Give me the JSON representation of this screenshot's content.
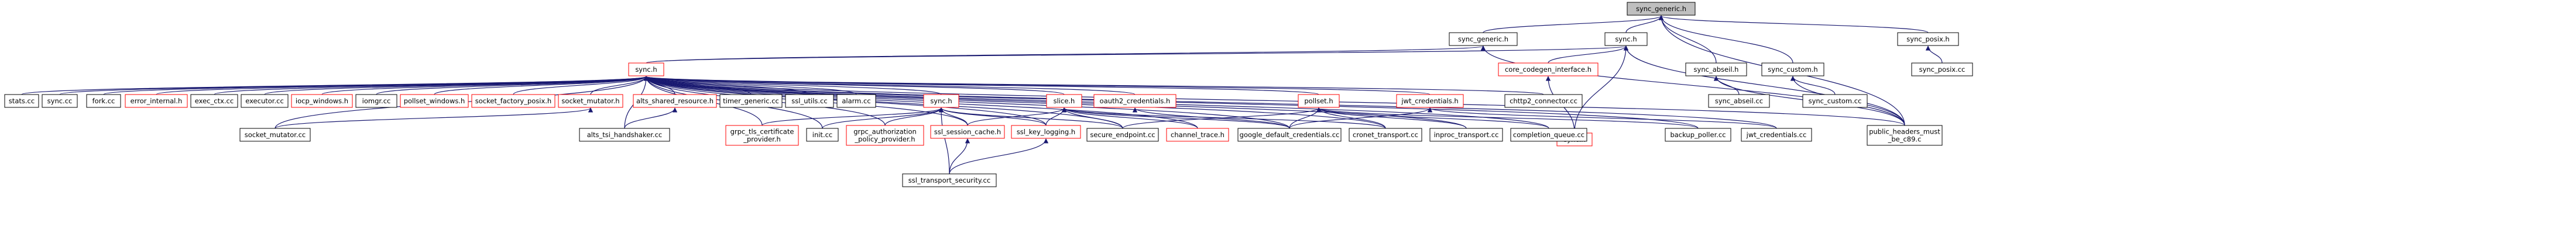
{
  "colors": {
    "edge": "#191970",
    "box_black": "#000000",
    "box_red": "#ff0000",
    "root_fill": "#bfbfbf",
    "node_fill": "#ffffff",
    "text": "#000000"
  },
  "nodes": [
    {
      "id": "sync_generic_h",
      "label": "sync_generic.h",
      "border": "black",
      "fill": "root"
    },
    {
      "id": "sync_generic_h2",
      "label": "sync_generic.h",
      "border": "black"
    },
    {
      "id": "sync_h_top",
      "label": "sync.h",
      "border": "black"
    },
    {
      "id": "sync_posix_h",
      "label": "sync_posix.h",
      "border": "black"
    },
    {
      "id": "sync_h_main",
      "label": "sync.h",
      "border": "red"
    },
    {
      "id": "core_codegen_interface_h",
      "label": "core_codegen_interface.h",
      "border": "red"
    },
    {
      "id": "sync_abseil_h",
      "label": "sync_abseil.h",
      "border": "black"
    },
    {
      "id": "sync_custom_h",
      "label": "sync_custom.h",
      "border": "black"
    },
    {
      "id": "sync_posix_cc",
      "label": "sync_posix.cc",
      "border": "black"
    },
    {
      "id": "stats_cc",
      "label": "stats.cc",
      "border": "black"
    },
    {
      "id": "sync_cc",
      "label": "sync.cc",
      "border": "black"
    },
    {
      "id": "fork_cc",
      "label": "fork.cc",
      "border": "black"
    },
    {
      "id": "error_internal_h",
      "label": "error_internal.h",
      "border": "red"
    },
    {
      "id": "exec_ctx_cc",
      "label": "exec_ctx.cc",
      "border": "black"
    },
    {
      "id": "executor_cc",
      "label": "executor.cc",
      "border": "black"
    },
    {
      "id": "iocp_windows_h",
      "label": "iocp_windows.h",
      "border": "red"
    },
    {
      "id": "iomgr_cc",
      "label": "iomgr.cc",
      "border": "black"
    },
    {
      "id": "pollset_windows_h",
      "label": "pollset_windows.h",
      "border": "red"
    },
    {
      "id": "socket_factory_posix_h",
      "label": "socket_factory_posix.h",
      "border": "red"
    },
    {
      "id": "socket_mutator_h",
      "label": "socket_mutator.h",
      "border": "red"
    },
    {
      "id": "alts_shared_resource_h",
      "label": "alts_shared_resource.h",
      "border": "red"
    },
    {
      "id": "timer_generic_cc",
      "label": "timer_generic.cc",
      "border": "black"
    },
    {
      "id": "ssl_utils_cc",
      "label": "ssl_utils.cc",
      "border": "black"
    },
    {
      "id": "alarm_cc",
      "label": "alarm.cc",
      "border": "black"
    },
    {
      "id": "sync_h_sub",
      "label": "sync.h",
      "border": "red"
    },
    {
      "id": "slice_h",
      "label": "slice.h",
      "border": "red"
    },
    {
      "id": "oauth2_credentials_h",
      "label": "oauth2_credentials.h",
      "border": "red"
    },
    {
      "id": "pollset_h",
      "label": "pollset.h",
      "border": "red"
    },
    {
      "id": "jwt_credentials_h",
      "label": "jwt_credentials.h",
      "border": "red"
    },
    {
      "id": "chttp2_connector_cc",
      "label": "chttp2_connector.cc",
      "border": "black"
    },
    {
      "id": "sync_h_red",
      "label": "sync.h",
      "border": "red"
    },
    {
      "id": "sync_abseil_cc",
      "label": "sync_abseil.cc",
      "border": "black"
    },
    {
      "id": "sync_custom_cc",
      "label": "sync_custom.cc",
      "border": "black"
    },
    {
      "id": "socket_mutator_cc",
      "label": "socket_mutator.cc",
      "border": "black"
    },
    {
      "id": "alts_tsi_handshaker_cc",
      "label": "alts_tsi_handshaker.cc",
      "border": "black"
    },
    {
      "id": "grpc_tls_certificate_provider_h",
      "label": "grpc_tls_certificate\n_provider.h",
      "border": "red"
    },
    {
      "id": "init_cc",
      "label": "init.cc",
      "border": "black"
    },
    {
      "id": "grpc_authorization_policy_provider_h",
      "label": "grpc_authorization\n_policy_provider.h",
      "border": "red"
    },
    {
      "id": "ssl_session_cache_h",
      "label": "ssl_session_cache.h",
      "border": "red"
    },
    {
      "id": "ssl_key_logging_h",
      "label": "ssl_key_logging.h",
      "border": "red"
    },
    {
      "id": "secure_endpoint_cc",
      "label": "secure_endpoint.cc",
      "border": "black"
    },
    {
      "id": "channel_trace_h",
      "label": "channel_trace.h",
      "border": "red"
    },
    {
      "id": "google_default_credentials_cc",
      "label": "google_default_credentials.cc",
      "border": "black"
    },
    {
      "id": "cronet_transport_cc",
      "label": "cronet_transport.cc",
      "border": "black"
    },
    {
      "id": "inproc_transport_cc",
      "label": "inproc_transport.cc",
      "border": "black"
    },
    {
      "id": "completion_queue_cc",
      "label": "completion_queue.cc",
      "border": "black"
    },
    {
      "id": "backup_poller_cc",
      "label": "backup_poller.cc",
      "border": "black"
    },
    {
      "id": "jwt_credentials_cc",
      "label": "jwt_credentials.cc",
      "border": "black"
    },
    {
      "id": "public_headers_must_be_c89_c",
      "label": "public_headers_must\n_be_c89.c",
      "border": "black"
    },
    {
      "id": "ssl_transport_security_cc",
      "label": "ssl_transport_security.cc",
      "border": "black"
    }
  ],
  "edges": [
    [
      "sync_generic_h2",
      "sync_generic_h"
    ],
    [
      "sync_h_top",
      "sync_generic_h"
    ],
    [
      "sync_abseil_h",
      "sync_generic_h"
    ],
    [
      "sync_custom_h",
      "sync_generic_h"
    ],
    [
      "sync_posix_h",
      "sync_generic_h"
    ],
    [
      "public_headers_must_be_c89_c",
      "sync_generic_h"
    ],
    [
      "sync_h_main",
      "sync_generic_h2"
    ],
    [
      "public_headers_must_be_c89_c",
      "sync_generic_h2"
    ],
    [
      "sync_h_main",
      "sync_h_top"
    ],
    [
      "core_codegen_interface_h",
      "sync_h_top"
    ],
    [
      "sync_h_red",
      "sync_h_top"
    ],
    [
      "public_headers_must_be_c89_c",
      "sync_h_top"
    ],
    [
      "sync_posix_cc",
      "sync_posix_h"
    ],
    [
      "sync_h_red",
      "core_codegen_interface_h"
    ],
    [
      "sync_abseil_cc",
      "sync_abseil_h"
    ],
    [
      "public_headers_must_be_c89_c",
      "sync_abseil_h"
    ],
    [
      "sync_custom_cc",
      "sync_custom_h"
    ],
    [
      "public_headers_must_be_c89_c",
      "sync_custom_h"
    ],
    [
      "stats_cc",
      "sync_h_main"
    ],
    [
      "sync_cc",
      "sync_h_main"
    ],
    [
      "fork_cc",
      "sync_h_main"
    ],
    [
      "error_internal_h",
      "sync_h_main"
    ],
    [
      "exec_ctx_cc",
      "sync_h_main"
    ],
    [
      "executor_cc",
      "sync_h_main"
    ],
    [
      "iocp_windows_h",
      "sync_h_main"
    ],
    [
      "iomgr_cc",
      "sync_h_main"
    ],
    [
      "pollset_windows_h",
      "sync_h_main"
    ],
    [
      "socket_factory_posix_h",
      "sync_h_main"
    ],
    [
      "socket_mutator_h",
      "sync_h_main"
    ],
    [
      "socket_mutator_cc",
      "sync_h_main"
    ],
    [
      "alts_shared_resource_h",
      "sync_h_main"
    ],
    [
      "alts_tsi_handshaker_cc",
      "sync_h_main"
    ],
    [
      "timer_generic_cc",
      "sync_h_main"
    ],
    [
      "ssl_utils_cc",
      "sync_h_main"
    ],
    [
      "alarm_cc",
      "sync_h_main"
    ],
    [
      "sync_h_sub",
      "sync_h_main"
    ],
    [
      "grpc_tls_certificate_provider_h",
      "sync_h_main"
    ],
    [
      "init_cc",
      "sync_h_main"
    ],
    [
      "grpc_authorization_policy_provider_h",
      "sync_h_main"
    ],
    [
      "ssl_session_cache_h",
      "sync_h_main"
    ],
    [
      "ssl_key_logging_h",
      "sync_h_main"
    ],
    [
      "secure_endpoint_cc",
      "sync_h_main"
    ],
    [
      "slice_h",
      "sync_h_main"
    ],
    [
      "oauth2_credentials_h",
      "sync_h_main"
    ],
    [
      "channel_trace_h",
      "sync_h_main"
    ],
    [
      "google_default_credentials_cc",
      "sync_h_main"
    ],
    [
      "pollset_h",
      "sync_h_main"
    ],
    [
      "cronet_transport_cc",
      "sync_h_main"
    ],
    [
      "inproc_transport_cc",
      "sync_h_main"
    ],
    [
      "jwt_credentials_h",
      "sync_h_main"
    ],
    [
      "completion_queue_cc",
      "sync_h_main"
    ],
    [
      "backup_poller_cc",
      "sync_h_main"
    ],
    [
      "chttp2_connector_cc",
      "sync_h_main"
    ],
    [
      "jwt_credentials_cc",
      "sync_h_main"
    ],
    [
      "public_headers_must_be_c89_c",
      "sync_h_main"
    ],
    [
      "socket_mutator_cc",
      "socket_mutator_h"
    ],
    [
      "alts_tsi_handshaker_cc",
      "alts_shared_resource_h"
    ],
    [
      "grpc_tls_certificate_provider_h",
      "sync_h_sub"
    ],
    [
      "init_cc",
      "sync_h_sub"
    ],
    [
      "grpc_authorization_policy_provider_h",
      "sync_h_sub"
    ],
    [
      "ssl_session_cache_h",
      "sync_h_sub"
    ],
    [
      "ssl_key_logging_h",
      "sync_h_sub"
    ],
    [
      "secure_endpoint_cc",
      "sync_h_sub"
    ],
    [
      "ssl_transport_security_cc",
      "sync_h_sub"
    ],
    [
      "ssl_session_cache_h",
      "slice_h"
    ],
    [
      "ssl_key_logging_h",
      "slice_h"
    ],
    [
      "secure_endpoint_cc",
      "slice_h"
    ],
    [
      "channel_trace_h",
      "slice_h"
    ],
    [
      "google_default_credentials_cc",
      "slice_h"
    ],
    [
      "cronet_transport_cc",
      "slice_h"
    ],
    [
      "google_default_credentials_cc",
      "oauth2_credentials_h"
    ],
    [
      "secure_endpoint_cc",
      "pollset_h"
    ],
    [
      "google_default_credentials_cc",
      "pollset_h"
    ],
    [
      "cronet_transport_cc",
      "pollset_h"
    ],
    [
      "inproc_transport_cc",
      "pollset_h"
    ],
    [
      "completion_queue_cc",
      "pollset_h"
    ],
    [
      "backup_poller_cc",
      "pollset_h"
    ],
    [
      "jwt_credentials_cc",
      "jwt_credentials_h"
    ],
    [
      "google_default_credentials_cc",
      "jwt_credentials_h"
    ],
    [
      "ssl_transport_security_cc",
      "ssl_session_cache_h"
    ],
    [
      "ssl_transport_security_cc",
      "ssl_key_logging_h"
    ]
  ]
}
